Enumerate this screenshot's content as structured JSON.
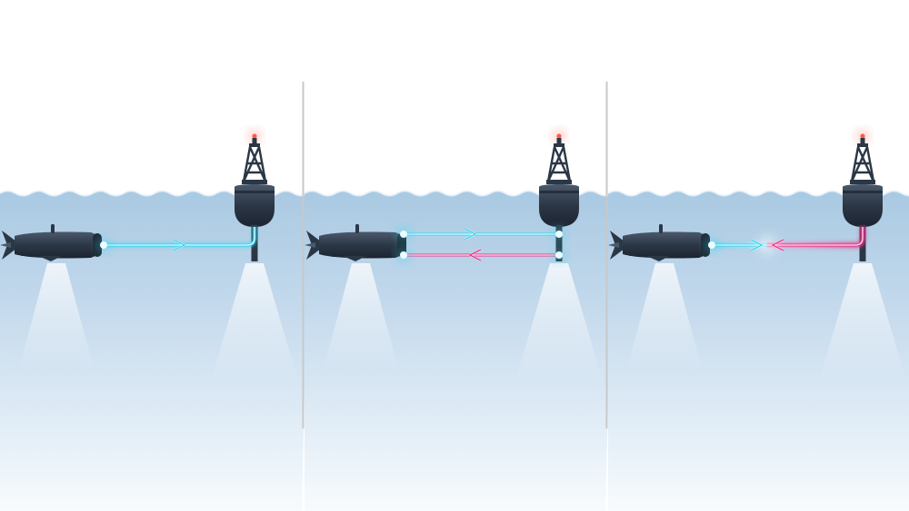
{
  "colors": {
    "background": "#ffffff",
    "water_top": "#a9c9e2",
    "water_mid": "#d6e6f2",
    "divider": "#c8c8c8",
    "hull": "#2c3746",
    "hull_highlight": "#4a596c",
    "beam_cyan": "#38d4f0",
    "beam_cyan_core": "#dcfbff",
    "beam_magenta": "#e8348a",
    "beam_magenta_core": "#ffe0ef",
    "warning_light": "#ff5a4a"
  },
  "panels": [
    {
      "id": "panel-one-way",
      "links": [
        {
          "direction": "to-buoy",
          "color": "cyan"
        }
      ]
    },
    {
      "id": "panel-two-way",
      "links": [
        {
          "direction": "to-buoy",
          "color": "cyan"
        },
        {
          "direction": "to-vehicle",
          "color": "magenta"
        }
      ]
    },
    {
      "id": "panel-converging",
      "links": [
        {
          "direction": "to-buoy",
          "color": "cyan"
        },
        {
          "direction": "to-vehicle",
          "color": "magenta"
        }
      ]
    }
  ]
}
